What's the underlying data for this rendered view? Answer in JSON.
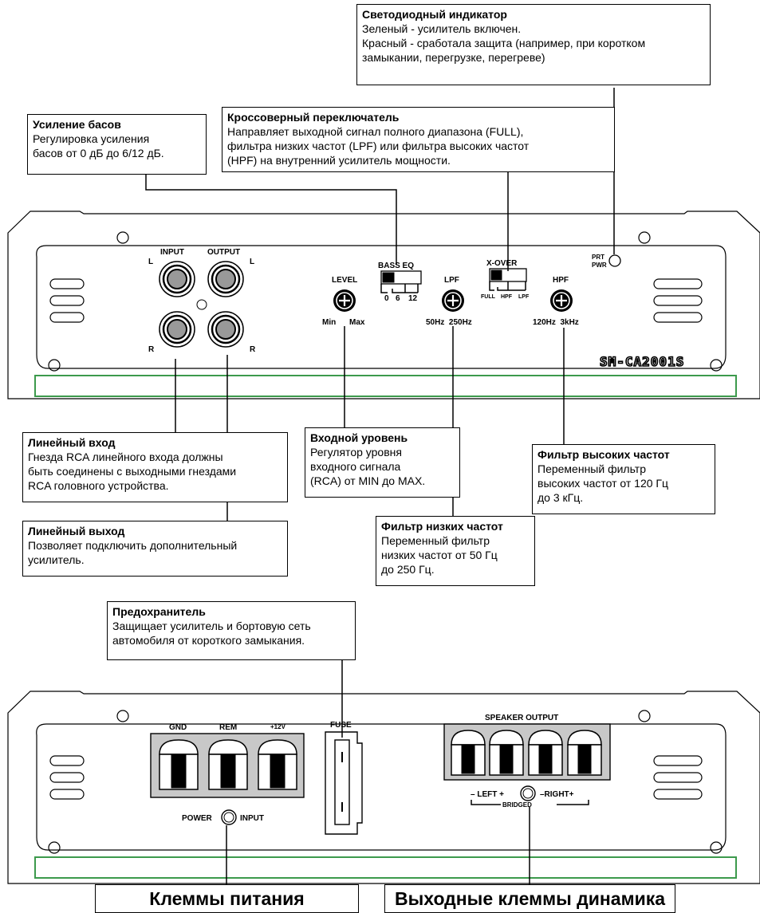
{
  "callouts": {
    "led": {
      "title": "Светодиодный индикатор",
      "body": "Зеленый - усилитель включен.\nКрасный - сработала защита (например, при коротком замыкании, перегрузке, перегреве)"
    },
    "bass": {
      "title": "Усиление басов",
      "body": "Регулировка усиления\nбасов от 0 дБ до 6/12 дБ."
    },
    "crossover": {
      "title": "Кроссоверный переключатель",
      "body": "Направляет выходной сигнал полного диапазона (FULL),\nфильтра низких частот (LPF) или фильтра высоких частот\n(HPF) на внутренний усилитель мощности."
    },
    "line_in": {
      "title": "Линейный вход",
      "body": "Гнезда RCA линейного входа должны\nбыть соединены с выходными гнездами\nRCA головного устройства."
    },
    "line_out": {
      "title": "Линейный выход",
      "body": "Позволяет подключить дополнительный\nусилитель."
    },
    "level": {
      "title": "Входной уровень",
      "body": "Регулятор уровня\nвходного сигнала\n(RCA) от MIN до MAX."
    },
    "lpf": {
      "title": "Фильтр низких частот",
      "body": "Переменный фильтр\nнизких частот от 50 Гц\nдо 250 Гц."
    },
    "hpf": {
      "title": "Фильтр высоких частот",
      "body": "Переменный фильтр\nвысоких частот от 120 Гц\nдо 3 кГц."
    },
    "fuse": {
      "title": "Предохранитель",
      "body": "Защищает усилитель и бортовую сеть\nавтомобиля от короткого замыкания."
    },
    "power_terminals": {
      "title": "Клеммы питания"
    },
    "speaker_terminals": {
      "title": "Выходные клеммы динамика"
    }
  },
  "front_panel": {
    "input": "INPUT",
    "output": "OUTPUT",
    "l": "L",
    "r": "R",
    "level": "LEVEL",
    "level_min": "Min",
    "level_max": "Max",
    "bass_eq": "BASS EQ",
    "bass_0": "0",
    "bass_6": "6",
    "bass_12": "12",
    "lpf": "LPF",
    "lpf_range": "50Hz  250Hz",
    "xover": "X-OVER",
    "xo_full": "FULL",
    "xo_hpf": "HPF",
    "xo_lpf": "LPF",
    "hpf": "HPF",
    "hpf_range": "120Hz  3kHz",
    "prt": "PRT",
    "pwr": "PWR",
    "model": "SM-CA2001S"
  },
  "rear_panel": {
    "gnd": "GND",
    "rem": "REM",
    "v12": "+12V",
    "fuse": "FUSE",
    "power": "POWER",
    "power_input": "INPUT",
    "speaker_output": "SPEAKER OUTPUT",
    "left": "– LEFT +",
    "right": "–RIGHT+",
    "bridged": "BRIDGED"
  }
}
